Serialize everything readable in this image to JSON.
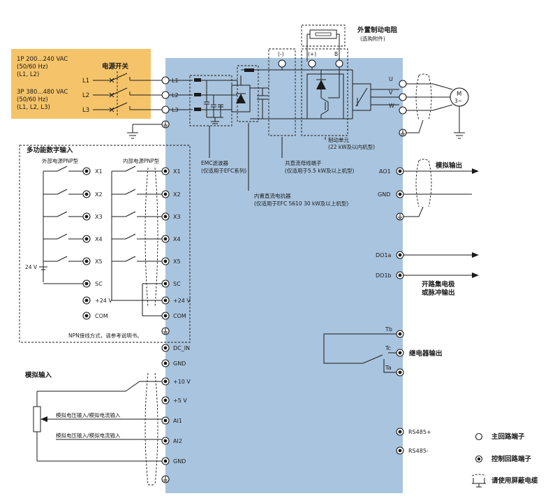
{
  "supply": {
    "single_phase": [
      "1P 200...240 VAC",
      "(50/60 Hz)",
      "(L1, L2)"
    ],
    "three_phase": [
      "3P 380...480 VAC",
      "(50/60 Hz)",
      "(L1, L2, L3)"
    ],
    "switch_label": "电源开关",
    "lines": [
      "L1",
      "L2",
      "L3"
    ]
  },
  "brake_resistor": {
    "title": "外置制动电阻",
    "note": "(选购附件)"
  },
  "dc_terminals": [
    "(-)",
    "(+)",
    "B"
  ],
  "drive_input_terminals": [
    "L1",
    "L2",
    "L3"
  ],
  "motor_terminals": [
    "U",
    "V",
    "W"
  ],
  "motor": {
    "line1": "M",
    "line2": "3~"
  },
  "brake_unit": {
    "title": "制动单元",
    "note": "(22 kW及以内机型)"
  },
  "emc": {
    "title": "EMC滤波器",
    "note": "(仅适用于EFC系列)"
  },
  "dc_bus": {
    "title": "共直流母线端子",
    "note": "(仅适用于5.5 kW及以上机型)"
  },
  "dc_reactor": {
    "title": "内置直流电抗器",
    "note": "(仅适用于EFC 5610 30 kW及以上机型)"
  },
  "digital_input": {
    "title": "多功能数字输入",
    "external_pnp": "外部电源PNP型",
    "internal_pnp": "内部电源PNP型",
    "ext_terminals": [
      "X1",
      "X2",
      "X3",
      "X4",
      "X5",
      "SC",
      "+24 V",
      "COM"
    ],
    "ext_source": "24 V",
    "npn_note": "NPN接线方式，请参考说明书。"
  },
  "left_terminals": [
    "X1",
    "X2",
    "X3",
    "X4",
    "X5",
    "SC",
    "+24 V",
    "COM",
    "DC_IN",
    "GND",
    "+10 V",
    "+5 V",
    "AI1",
    "AI2",
    "GND"
  ],
  "analog_input": {
    "title": "模拟输入",
    "ai1_label": "模拟电压输入/模拟电流输入",
    "ai2_label": "模拟电压输入/模拟电流输入"
  },
  "right_terminals": {
    "ao1": "AO1",
    "gnd": "GND",
    "do1a": "DO1a",
    "do1b": "DO1b",
    "tb": "Tb",
    "tc": "Tc",
    "ta": "Ta",
    "rs485p": "RS485+",
    "rs485m": "RS485-"
  },
  "outputs": {
    "analog_out": "模拟输出",
    "open_collector": [
      "开路集电极",
      "或脉冲输出"
    ],
    "relay_out": "继电器输出"
  },
  "legend": {
    "main_terminal": "主回路端子",
    "control_terminal": "控制回路端子",
    "shielded_cable": "请使用屏蔽电缆"
  },
  "colors": {
    "supply_panel": "#f5c46a",
    "drive_body": "#a9c4de"
  }
}
